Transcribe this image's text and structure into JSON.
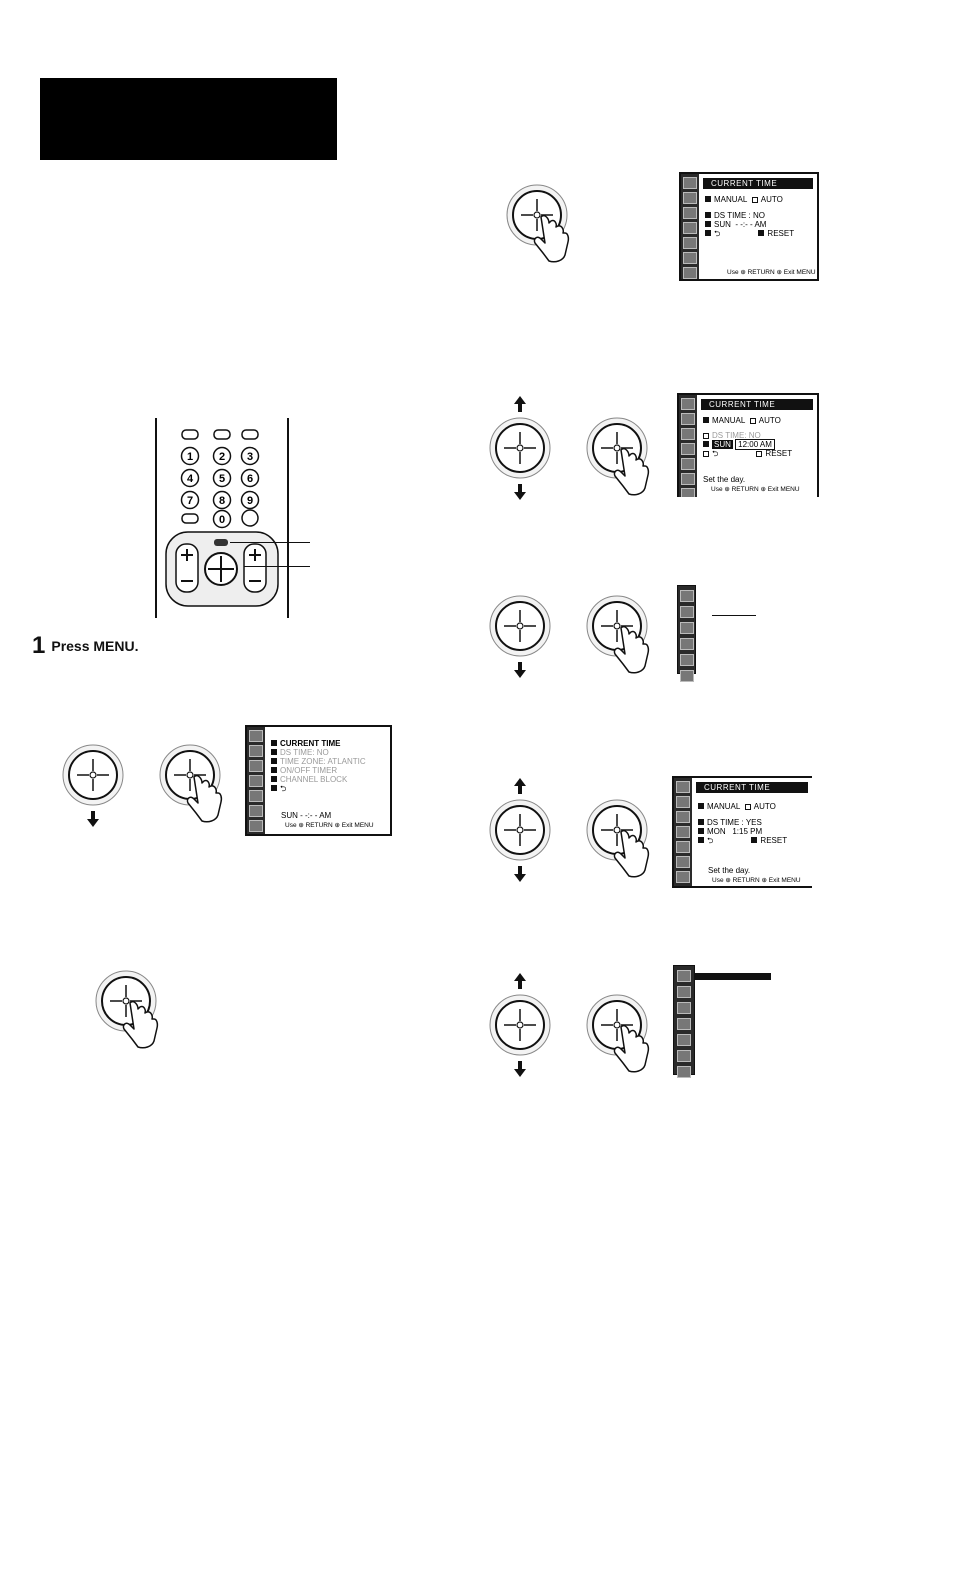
{
  "step1": {
    "number": "1",
    "label": "Press MENU."
  },
  "remote_keys": [
    "1",
    "2",
    "3",
    "4",
    "5",
    "6",
    "7",
    "8",
    "9",
    "0"
  ],
  "osd_menu": {
    "items": [
      "CURRENT TIME",
      "DS TIME: NO",
      "TIME ZONE: ATLANTIC",
      "ON/OFF TIMER",
      "CHANNEL BLOCK"
    ],
    "return_symbol": "⮌",
    "time_line": "SUN  - -:- -  AM",
    "footer": "Use ⊕ RETURN ⊕ Exit MENU"
  },
  "osd_ct_1": {
    "title": "CURRENT TIME",
    "mode_manual": "MANUAL",
    "mode_auto": "AUTO",
    "ds_time": "DS TIME : NO",
    "day": "SUN",
    "time": "- -:- -  AM",
    "return_symbol": "⮌",
    "reset": "RESET",
    "footer": "Use ⊕ RETURN ⊕ Exit MENU"
  },
  "osd_ct_2": {
    "title": "CURRENT TIME",
    "mode_manual": "MANUAL",
    "mode_auto": "AUTO",
    "ds_time": "DS TIME: NO",
    "day": "SUN",
    "time": "12:00 AM",
    "return_symbol": "⮌",
    "reset": "RESET",
    "hint": "Set the day.",
    "footer": "Use ⊕ RETURN ⊕ Exit MENU"
  },
  "osd_ct_3": {
    "title": "CURRENT TIME",
    "mode_manual": "MANUAL",
    "mode_auto": "AUTO",
    "ds_time": "DS TIME : YES",
    "day": "MON",
    "time": "1:15 PM",
    "return_symbol": "⮌",
    "reset": "RESET",
    "hint": "Set the day.",
    "footer": "Use ⊕ RETURN ⊕ Exit MENU"
  }
}
